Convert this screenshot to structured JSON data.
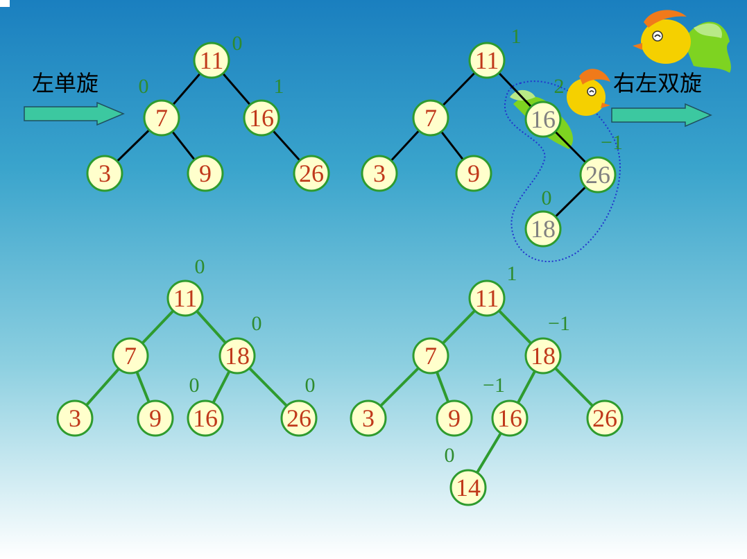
{
  "captions": {
    "left_single_rotation": "左单旋",
    "right_left_double_rotation": "右左双旋"
  },
  "colors": {
    "node_fill": "#ffffcc",
    "node_stroke": "#2e9b2e",
    "node_text": "#c0391b",
    "faded_node_text": "#808080",
    "edge_black": "#000000",
    "edge_green": "#2e9b2e",
    "balance_text": "#2e8b2e",
    "arrow_fill": "#3cc8a0",
    "outline_dotted": "#2233cc"
  },
  "trees": [
    {
      "name": "tree-after-left-rotation",
      "nodes": [
        {
          "id": "a11",
          "label": "11",
          "bf": "0"
        },
        {
          "id": "a7",
          "label": "7",
          "bf": "0"
        },
        {
          "id": "a16",
          "label": "16",
          "bf": "1"
        },
        {
          "id": "a3",
          "label": "3",
          "bf": ""
        },
        {
          "id": "a9",
          "label": "9",
          "bf": ""
        },
        {
          "id": "a26",
          "label": "26",
          "bf": ""
        }
      ]
    },
    {
      "name": "tree-before-double-rotation",
      "nodes": [
        {
          "id": "b11",
          "label": "11",
          "bf": "1"
        },
        {
          "id": "b7",
          "label": "7",
          "bf": ""
        },
        {
          "id": "b16",
          "label": "16",
          "bf": "2",
          "faded": true
        },
        {
          "id": "b3",
          "label": "3",
          "bf": ""
        },
        {
          "id": "b9",
          "label": "9",
          "bf": ""
        },
        {
          "id": "b26",
          "label": "26",
          "bf": "−1",
          "faded": true
        },
        {
          "id": "b18",
          "label": "18",
          "bf": "0",
          "faded": true
        }
      ]
    },
    {
      "name": "tree-after-double-rotation",
      "nodes": [
        {
          "id": "c11",
          "label": "11",
          "bf": "0"
        },
        {
          "id": "c7",
          "label": "7",
          "bf": ""
        },
        {
          "id": "c18",
          "label": "18",
          "bf": "0"
        },
        {
          "id": "c3",
          "label": "3",
          "bf": ""
        },
        {
          "id": "c9",
          "label": "9",
          "bf": ""
        },
        {
          "id": "c16",
          "label": "16",
          "bf": "0"
        },
        {
          "id": "c26",
          "label": "26",
          "bf": "0"
        }
      ]
    },
    {
      "name": "tree-after-inserting-14",
      "nodes": [
        {
          "id": "d11",
          "label": "11",
          "bf": "1"
        },
        {
          "id": "d7",
          "label": "7",
          "bf": ""
        },
        {
          "id": "d18",
          "label": "18",
          "bf": "−1"
        },
        {
          "id": "d3",
          "label": "3",
          "bf": ""
        },
        {
          "id": "d9",
          "label": "9",
          "bf": ""
        },
        {
          "id": "d16",
          "label": "16",
          "bf": "−1"
        },
        {
          "id": "d26",
          "label": "26",
          "bf": ""
        },
        {
          "id": "d14",
          "label": "14",
          "bf": "0"
        }
      ]
    }
  ]
}
